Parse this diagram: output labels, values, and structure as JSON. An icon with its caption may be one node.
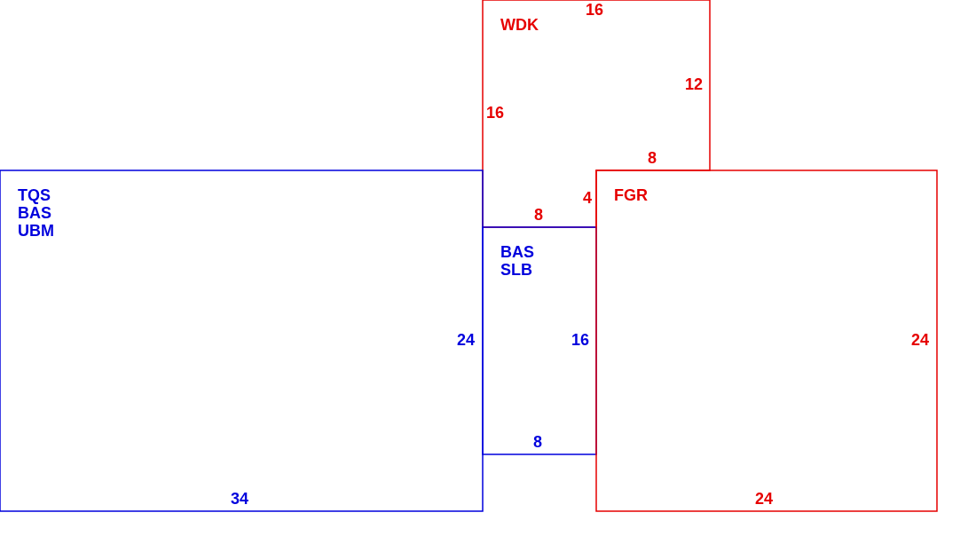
{
  "diagram": {
    "nodes": [
      {
        "text": [
          "WDK",
          "16",
          "12",
          "8",
          "4",
          "8",
          "16"
        ]
      },
      {
        "text": [
          "TQS BAS UBM",
          "24",
          "34"
        ]
      },
      {
        "text": [
          "BAS SLB",
          "16",
          "8"
        ]
      },
      {
        "text": [
          "FGR",
          "24",
          "24"
        ]
      }
    ]
  }
}
